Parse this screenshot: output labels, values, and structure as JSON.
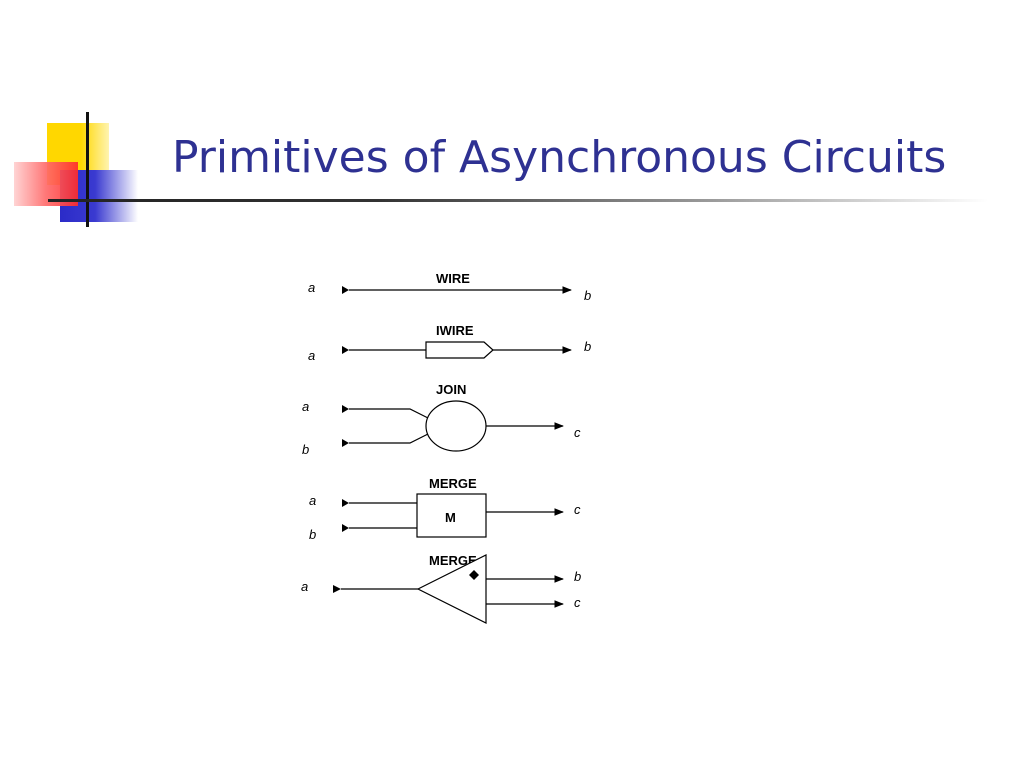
{
  "slide": {
    "title": "Primitives of Asynchronous Circuits",
    "colors": {
      "title": "#2E3192",
      "accent_yellow": "#FFD700",
      "accent_red": "#FF3333",
      "accent_blue": "#3333CC"
    }
  },
  "diagram": {
    "wire": {
      "label": "WIRE",
      "in": "a",
      "out": "b"
    },
    "iwire": {
      "label": "IWIRE",
      "in": "a",
      "out": "b"
    },
    "join": {
      "label": "JOIN",
      "in1": "a",
      "in2": "b",
      "out": "c"
    },
    "merge": {
      "label": "MERGE",
      "box": "M",
      "in1": "a",
      "in2": "b",
      "out": "c"
    },
    "fork": {
      "label": "MERGE",
      "in": "a",
      "out1": "b",
      "out2": "c"
    }
  }
}
